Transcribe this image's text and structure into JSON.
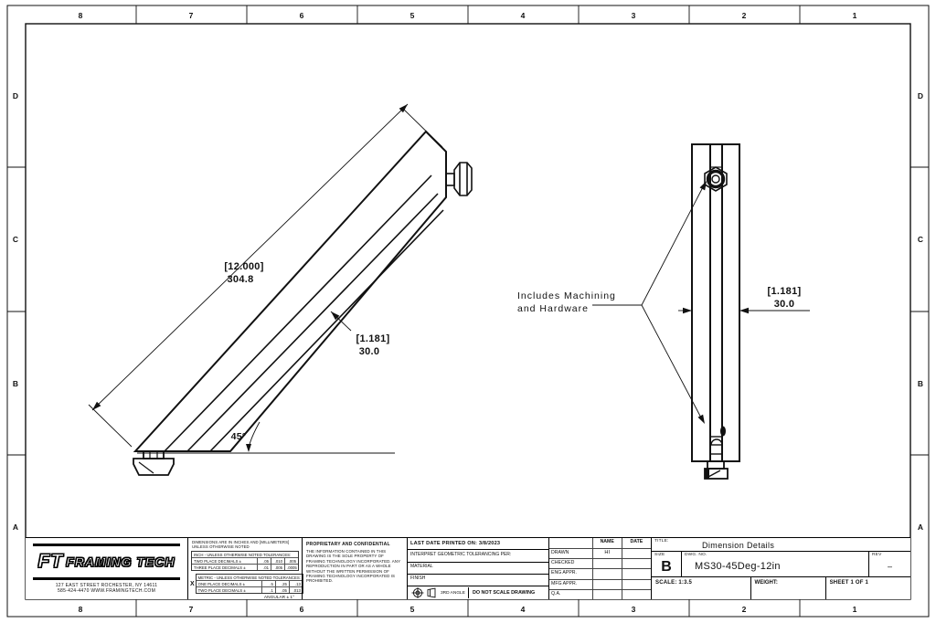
{
  "sheet": {
    "zones_top": [
      "8",
      "7",
      "6",
      "5",
      "4",
      "3",
      "2",
      "1"
    ],
    "zones_bottom": [
      "8",
      "7",
      "6",
      "5",
      "4",
      "3",
      "2",
      "1"
    ],
    "zones_left": [
      "D",
      "C",
      "B",
      "A"
    ],
    "zones_right": [
      "D",
      "C",
      "B",
      "A"
    ],
    "line_color": "#111111",
    "background": "#ffffff"
  },
  "dimensions": {
    "length_in": "[12.000]",
    "length_mm": "304.8",
    "width_in": "[1.181]",
    "width_mm": "30.0",
    "angle": "45°",
    "front_width_in": "[1.181]",
    "front_width_mm": "30.0"
  },
  "callout": {
    "line1": "Includes Machining",
    "line2": "and Hardware"
  },
  "title_block": {
    "logo_ft": "FT",
    "logo_name": "FRAMING TECH",
    "address_line1": "127 EAST STREET  ROCHESTER, NY 14611",
    "address_line2": "585-424-4470  WWW.FRAMINGTECH.COM",
    "tolerances": {
      "header": "DIMENSIONS ARE IN INCHES AND [MILLIMETERS] UNLESS OTHERWISE NOTED",
      "inch_title": "INCH - UNLESS OTHERWISE NOTED TOLERANCES:",
      "inch_rows": [
        {
          "label": "TWO PLACE DECIMALS ±",
          "c1": ".05",
          "c2": ".010",
          "c3": ".005"
        },
        {
          "label": "THREE PLACE DECIMALS ±",
          "c1": ".01",
          "c2": ".005",
          "c3": ".0005"
        }
      ],
      "metric_checkbox": "X",
      "metric_title": "METRIC - UNLESS OTHERWISE NOTED TOLERANCES:",
      "metric_rows": [
        {
          "label": "ONE PLACE DECIMALS ±",
          "c1": ".5",
          "c2": ".25",
          "c3": ".13"
        },
        {
          "label": "TWO PLACE DECIMALS ±",
          "c1": ".1",
          "c2": ".05",
          "c3": ".013"
        }
      ],
      "angular": "ANGULAR ± 1°"
    },
    "proprietary_title": "PROPRIETARY AND CONFIDENTIAL",
    "proprietary_body": "THE INFORMATION CONTAINED IN THIS DRAWING IS THE SOLE PROPERTY OF FRAMING TECHNOLOGY INCORPORATED. ANY REPRODUCTION IN PART OR AS A WHOLE WITHOUT THE WRITTEN PERMISSION OF FRAMING TECHNOLOGY INCORPORATED IS PROHIBITED.",
    "last_printed": "LAST DATE PRINTED ON: 3/8/2023",
    "interpret": "INTERPRET GEOMETRIC TOLERANCING PER:",
    "material_label": "MATERIAL",
    "finish_label": "FINISH",
    "third_angle": "3RD ANGLE",
    "do_not_scale": "DO NOT SCALE DRAWING",
    "approvals": {
      "name_header": "NAME",
      "date_header": "DATE",
      "rows": [
        {
          "label": "DRAWN",
          "name": "HI",
          "date": ""
        },
        {
          "label": "CHECKED",
          "name": "",
          "date": ""
        },
        {
          "label": "ENG APPR.",
          "name": "",
          "date": ""
        },
        {
          "label": "MFG APPR.",
          "name": "",
          "date": ""
        },
        {
          "label": "Q.A.",
          "name": "",
          "date": ""
        }
      ]
    },
    "title_label": "TITLE:",
    "title": "Dimension Details",
    "size_label": "SIZE",
    "size": "B",
    "dwg_label": "DWG. NO.",
    "dwg_no": "MS30-45Deg-12in",
    "rev_label": "REV",
    "rev": "–",
    "scale": "SCALE: 1:3.5",
    "weight": "WEIGHT:",
    "sheet": "SHEET 1 OF 1"
  }
}
